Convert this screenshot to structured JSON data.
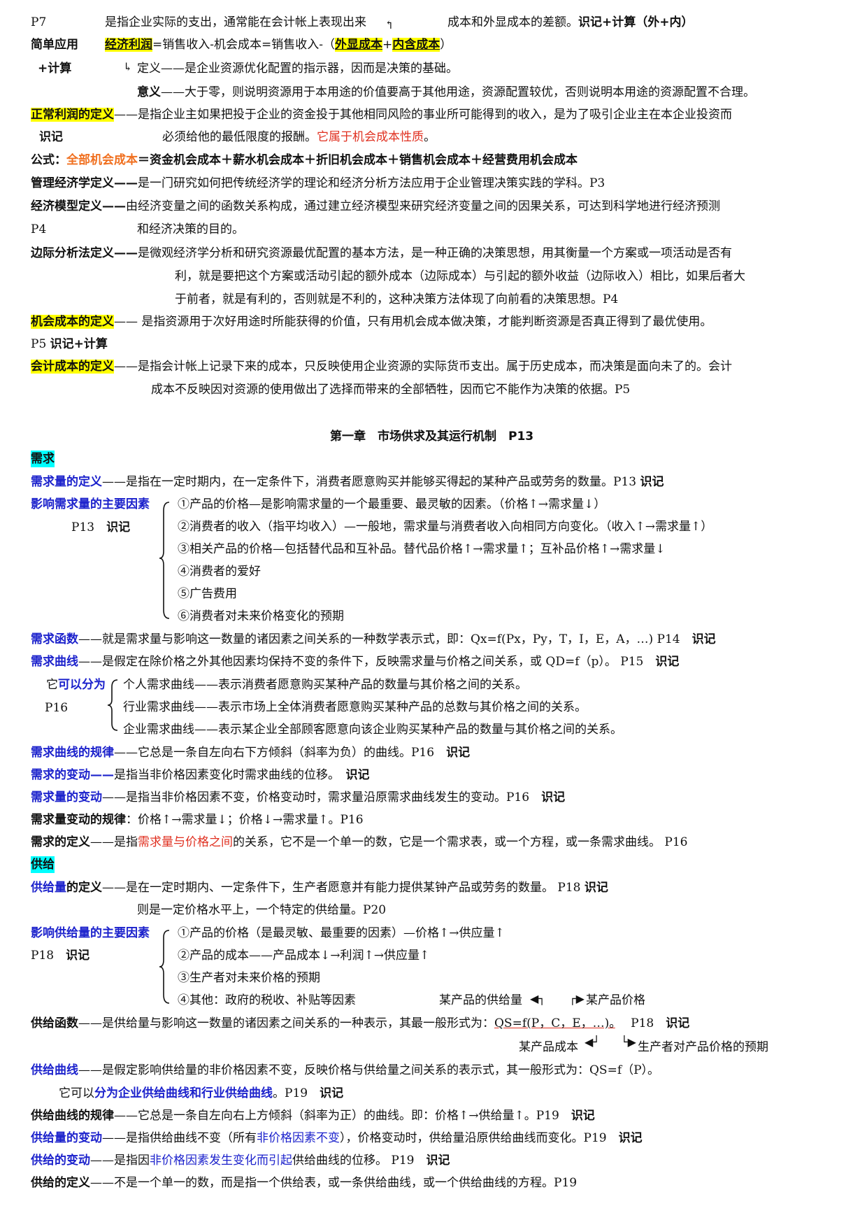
{
  "top": {
    "p7": "P7",
    "p7_text": "是指企业实际的支出，通常能在会计帐上表现出来",
    "p7_right": "成本和外显成本的差额。",
    "p7_right_b": "识记+计算（外+内）",
    "simple_app": "简单应用",
    "econ_profit": "经济利润",
    "econ_eq": "=销售收入-机会成本=销售收入-（",
    "explicit_cost": "外显成本",
    "plus": "+",
    "implicit_cost": "内含成本",
    "close": "）",
    "calc": "+计算",
    "def_line": "定义——是企业资源优化配置的指示器，因而是决策的基础。",
    "meaning_label": "意义",
    "meaning_text": "——大于零，则说明资源用于本用途的价值要高于其他用途，资源配置较优，否则说明本用途的资源配置不合理。",
    "normal_profit": "正常利润的定义",
    "normal_profit_text": "——是指企业主如果把投于企业的资金投于其他相同风险的事业所可能得到的收入，是为了吸引企业主在本企业投资而",
    "recall": "识记",
    "normal_profit_text2": "必须给他的最低限度的报酬。",
    "normal_profit_red": "它属于机会成本性质",
    "period": "。",
    "formula_label": "公式：",
    "formula_orange": "全部机会成本",
    "formula_rest": "＝资金机会成本＋薪水机会成本＋折旧机会成本＋销售机会成本＋经营费用机会成本",
    "me_def": "管理经济学定义——",
    "me_text": "是一门研究如何把传统经济学的理论和经济分析方法应用于企业管理决策实践的学科。P3",
    "em_def": "经济模型定义——",
    "em_text": "由经济变量之间的函数关系构成，通过建立经济模型来研究经济变量之间的因果关系，可达到科学地进行经济预测",
    "p4": "P4",
    "em_text2": "和经济决策的目的。",
    "ma_def": "边际分析法定义——",
    "ma_text": "是微观经济学分析和研究资源最优配置的基本方法，是一种正确的决策思想，用其衡量一个方案或一项活动是否有",
    "ma_text2": "利，就是要把这个方案或活动引起的额外成本（边际成本）与引起的额外收益（边际收入）相比，如果后者大",
    "ma_text3": "于前者，就是有利的，否则就是不利的，这种决策方法体现了向前看的决策思想。P4",
    "oc_def": "机会成本的定义",
    "oc_text": "—— 是指资源用于次好用途时所能获得的价值，只有用机会成本做决策，才能判断资源是否真正得到了最优使用。",
    "p5": "P5",
    "p5_b": "识记+计算",
    "ac_def": "会计成本的定义",
    "ac_text": "——是指会计帐上记录下来的成本，只反映使用企业资源的实际货币支出。属于历史成本，而决策是面向未了的。会计",
    "ac_text2": "成本不反映因对资源的使用做出了选择而带来的全部牺牲，因而它不能作为决策的依据。P5"
  },
  "chapter": {
    "title": "第一章　市场供求及其运行机制　P13"
  },
  "demand": {
    "heading": "需求",
    "qd_def": "需求量的定义",
    "qd_text": "——是指在一定时期内，在一定条件下，消费者愿意购买并能够买得起的某种产品或劳务的数量。P13",
    "factors_title": "影响需求量的主要因素",
    "p13": "P13",
    "factors": [
      "①产品的价格—是影响需求量的一个最重要、最灵敏的因素。（价格↑→需求量↓）",
      "②消费者的收入（指平均收入）—一般地，需求量与消费者收入向相同方向变化。（收入↑→需求量↑）",
      "③相关产品的价格—包括替代品和互补品。替代品价格↑→需求量↑；互补品价格↑→需求量↓",
      "④消费者的爱好",
      "⑤广告费用",
      "⑥消费者对未来价格变化的预期"
    ],
    "func_label": "需求函数",
    "func_text": "——就是需求量与影响这一数量的诸因素之间关系的一种数学表示式，即：Qx=f(Px，Py，T，I，E，A，…) P14",
    "curve_label": "需求曲线",
    "curve_text": "——是假定在除价格之外其他因素均保持不变的条件下，反映需求量与价格之间关系，或 QD=f（p）。 P15",
    "can_divide_pre": "它",
    "can_divide": "可以分为",
    "p16": "P16",
    "curve_types": [
      "个人需求曲线——表示消费者愿意购买某种产品的数量与其价格之间的关系。",
      "行业需求曲线——表示市场上全体消费者愿意购买某种产品的总数与其价格之间的关系。",
      "企业需求曲线——表示某企业全部顾客愿意向该企业购买某种产品的数量与其价格之间的关系。"
    ],
    "law_label": "需求曲线的规律",
    "law_text": "——它总是一条自左向右下方倾斜（斜率为负）的曲线。P16",
    "change_label": "需求的变动——",
    "change_text": "是指当非价格因素变化时需求曲线的位移。",
    "qchange_label": "需求量的变动",
    "qchange_text": "——是指当非价格因素不变，价格变动时，需求量沿原需求曲线发生的变动。P16",
    "qlaw_label": "需求量变动的规律",
    "qlaw_text": "：价格↑→需求量↓；价格↓→需求量↑。P16",
    "ddef_label": "需求的定义",
    "ddef_pre": "——是指",
    "ddef_red": "需求量与价格之间",
    "ddef_post": "的关系，它不是一个单一的数，它是一个需求表，或一个方程，或一条需求曲线。 P16"
  },
  "supply": {
    "heading": "供给",
    "qs_label_blue": "供给量",
    "qs_label_black": "的定义",
    "qs_text": "——是在一定时期内、一定条件下，生产者愿意并有能力提供某钟产品或劳务的数量。 P18",
    "qs_text2": "则是一定价格水平上，一个特定的供给量。P20",
    "factors_title": "影响供给量的主要因素",
    "p18": "P18",
    "factors": [
      "①产品的价格（是最灵敏、最重要的因素）—价格↑→供应量↑",
      "②产品的成本——产品成本↓→利润↑→供应量↑",
      "③生产者对未来价格的预期",
      "④其他：政府的税收、补贴等因素"
    ],
    "ann_supply": "某产品的供给量",
    "ann_price": "某产品价格",
    "func_label": "供给函数",
    "func_text": "——是供给量与影响这一数量的诸因素之间关系的一种表示，其最一般形式为：",
    "func_formula": "QS=f(P，C，E，…)。",
    "ann_cost": "某产品成本",
    "ann_expect": "生产者对产品价格的预期",
    "curve_label": "供给曲线",
    "curve_text": "——是假定影响供给量的非价格因素不变，反映价格与供给量之间关系的表示式，其一般形式为：QS=f（P）。",
    "can_divide_pre": "它可以",
    "can_divide_blue": "分为企业供给曲线和行业供给曲线",
    "can_divide_post": "。P19",
    "law_label": "供给曲线的规律",
    "law_text": "——它总是一条自左向右上方倾斜（斜率为正）的曲线。即：价格↑→供给量↑。P19",
    "qchange_label": "供给量的变动",
    "qchange_pre": "——是指供给曲线不变（所有",
    "qchange_blue": "非价格因素不变",
    "qchange_post": "），价格变动时，供给量沿原供给曲线而变化。P19",
    "change_label": "供给的变动",
    "change_pre": "——是指因",
    "change_blue": "非价格因素发生变化而引起",
    "change_post": "供给曲线的位移。 P19",
    "sdef_label": "供给的定义",
    "sdef_text": "——不是一个单一的数，而是指一个供给表，或一条供给曲线，或一个供给曲线的方程。P19"
  },
  "colors": {
    "highlight": "#ffff00",
    "cyan": "#00ffff",
    "blue": "#1c22cc",
    "red": "#e03020",
    "orange": "#f07020"
  }
}
